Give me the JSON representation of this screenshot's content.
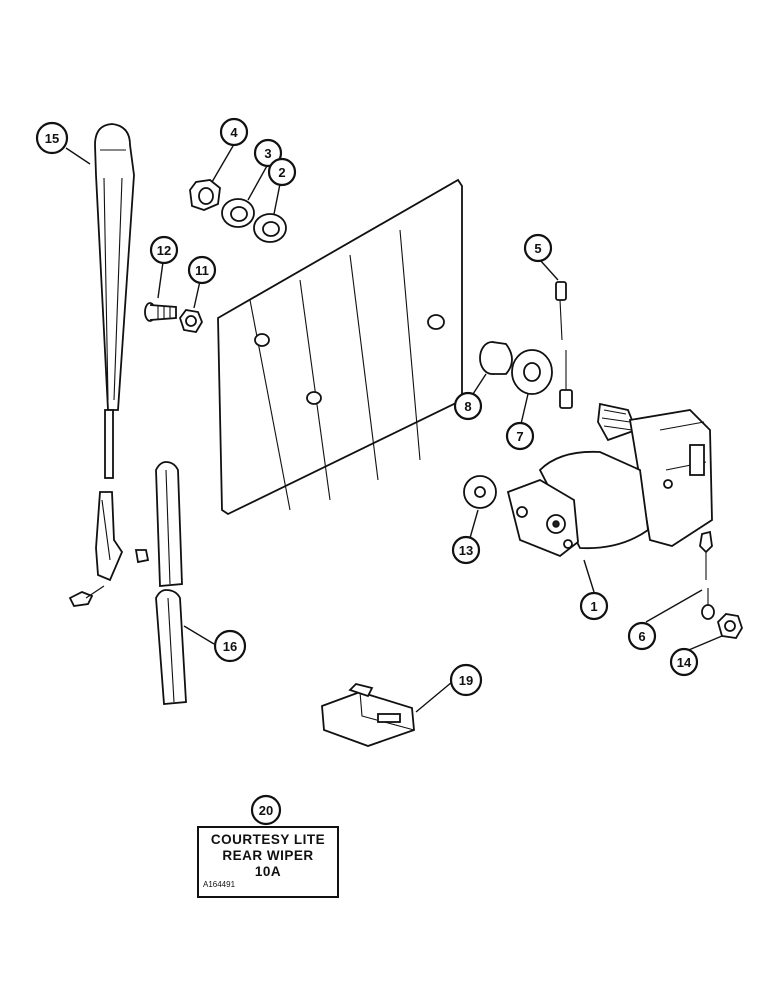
{
  "callouts": {
    "c1": "1",
    "c2": "2",
    "c3": "3",
    "c4": "4",
    "c5": "5",
    "c6": "6",
    "c7": "7",
    "c8": "8",
    "c11": "11",
    "c12": "12",
    "c13": "13",
    "c14": "14",
    "c15": "15",
    "c16": "16",
    "c19": "19",
    "c20": "20"
  },
  "decal": {
    "line1": "COURTESY LITE",
    "line2": "REAR WIPER",
    "line3": "10A",
    "drawing_code": "A164491"
  }
}
